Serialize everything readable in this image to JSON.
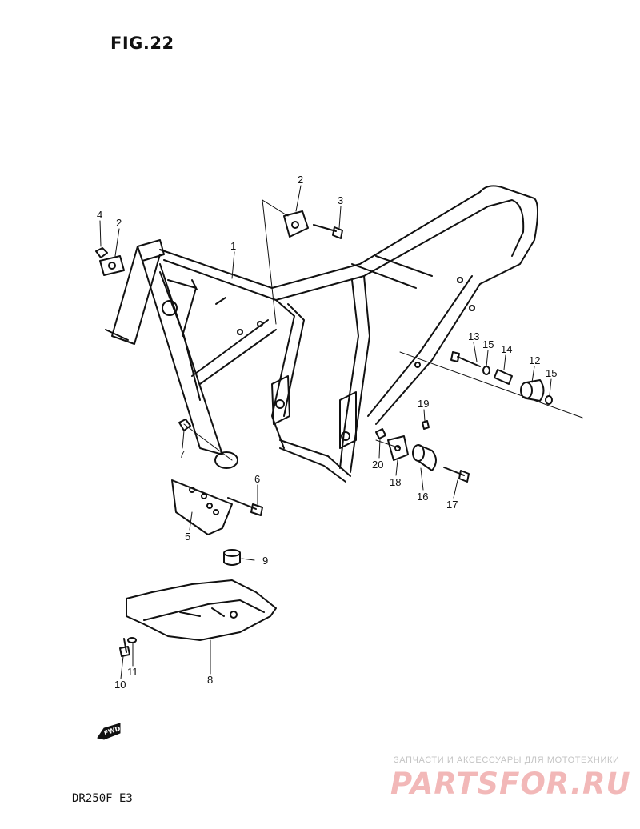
{
  "figure_title": "FIG.22",
  "model_code": "DR250F  E3",
  "watermark": {
    "tagline": "ЗАПЧАСТИ И АКСЕССУАРЫ ДЛЯ МОТОТЕХНИКИ",
    "logo": "PARTSFOR.RU",
    "color": "#f2b8b8"
  },
  "forward_badge": "FWD",
  "callouts": [
    {
      "id": "c1",
      "label": "1"
    },
    {
      "id": "c2a",
      "label": "2"
    },
    {
      "id": "c2b",
      "label": "2"
    },
    {
      "id": "c3",
      "label": "3"
    },
    {
      "id": "c4",
      "label": "4"
    },
    {
      "id": "c5",
      "label": "5"
    },
    {
      "id": "c6",
      "label": "6"
    },
    {
      "id": "c7",
      "label": "7"
    },
    {
      "id": "c8",
      "label": "8"
    },
    {
      "id": "c9",
      "label": "9"
    },
    {
      "id": "c10",
      "label": "10"
    },
    {
      "id": "c11",
      "label": "11"
    },
    {
      "id": "c12",
      "label": "12"
    },
    {
      "id": "c13",
      "label": "13"
    },
    {
      "id": "c14",
      "label": "14"
    },
    {
      "id": "c15a",
      "label": "15"
    },
    {
      "id": "c15b",
      "label": "15"
    },
    {
      "id": "c16",
      "label": "16"
    },
    {
      "id": "c17",
      "label": "17"
    },
    {
      "id": "c18",
      "label": "18"
    },
    {
      "id": "c19",
      "label": "19"
    },
    {
      "id": "c20",
      "label": "20"
    }
  ]
}
